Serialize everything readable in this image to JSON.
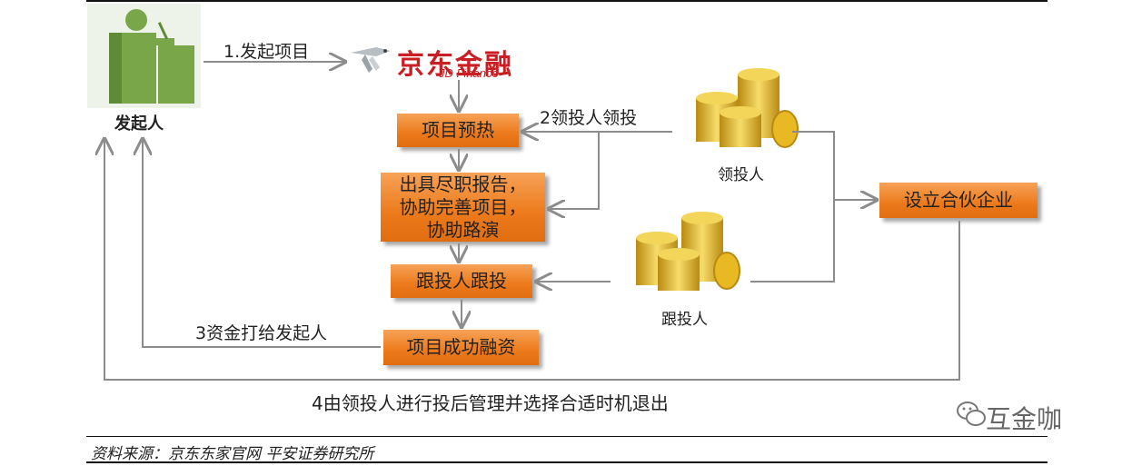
{
  "steps": {
    "step1": "1.发起项目",
    "step2": "2领投人领投",
    "step3": "3资金打给发起人",
    "step4": "4由领投人进行投后管理并选择合适时机退出"
  },
  "nodes": {
    "initiator": "发起人",
    "jd_logo_cn": "京东金融",
    "jd_logo_en": "JD Finance",
    "preheat": "项目预热",
    "due_diligence": [
      "出具尽职报告，",
      "协助完善项目，",
      "协助路演"
    ],
    "follow_invest": "跟投人跟投",
    "success": "项目成功融资",
    "partnership": "设立合伙企业",
    "lead_investor": "领投人",
    "follower": "跟投人"
  },
  "footer": {
    "source": "资料来源：京东东家官网   平安证券研究所",
    "watermark": "互金咖"
  },
  "colors": {
    "box_orange": "#ec7a1b",
    "arrow_gray": "#8c8c8c",
    "logo_red": "#c81e24",
    "coin_gold": "#e8b923"
  }
}
